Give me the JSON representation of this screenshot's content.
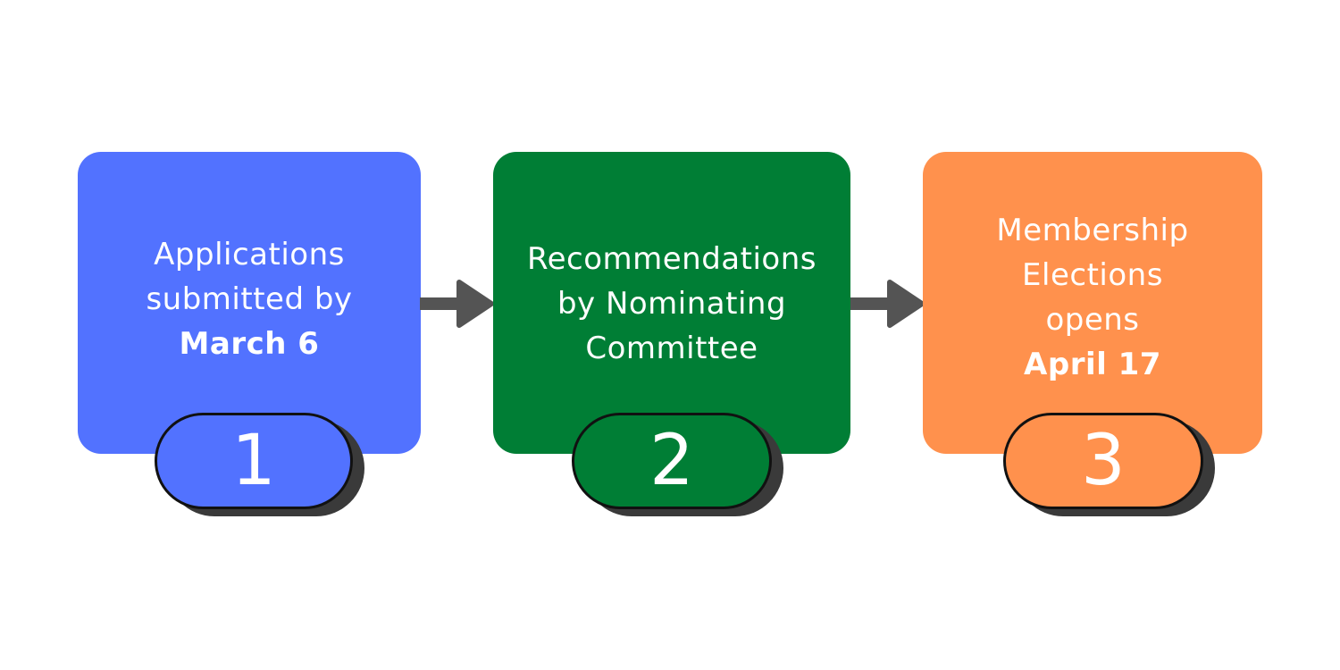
{
  "steps": [
    {
      "number": "1",
      "color": "#5272ff",
      "lines": [
        "Applications",
        "submitted by"
      ],
      "highlight": "March 6"
    },
    {
      "number": "2",
      "color": "#007e35",
      "lines": [
        "Recommendations",
        "by Nominating",
        "Committee"
      ],
      "highlight": ""
    },
    {
      "number": "3",
      "color": "#ff914d",
      "lines": [
        "Membership",
        "Elections",
        "opens"
      ],
      "highlight": "April 17"
    }
  ],
  "arrow_color": "#545454",
  "pill_shadow_color": "#3a3a3a",
  "pill_border_color": "#111111"
}
